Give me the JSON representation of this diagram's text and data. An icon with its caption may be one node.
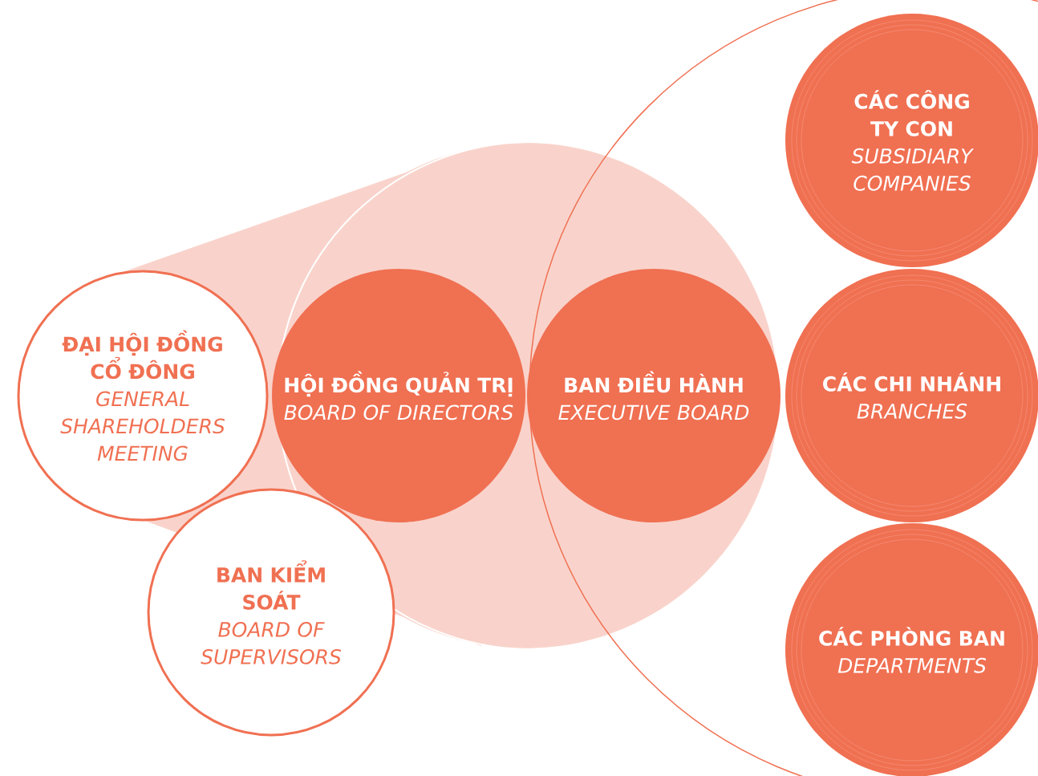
{
  "diagram": {
    "nodes": [
      {
        "text": [
          "ĐẠI HỘI ĐỒNG CỔ ĐÔNG",
          "GENERAL SHAREHOLDERS MEETING"
        ]
      },
      {
        "text": [
          "HỘI ĐỒNG QUẢN TRỊ",
          "BOARD OF DIRECTORS"
        ]
      },
      {
        "text": [
          "BAN KIỂM SOÁT",
          "BOARD OF SUPERVISORS"
        ]
      },
      {
        "text": [
          "BAN ĐIỀU HÀNH",
          "EXECUTIVE BOARD"
        ]
      },
      {
        "text": [
          "CÁC CÔNG TY CON",
          "SUBSIDIARY COMPANIES"
        ]
      },
      {
        "text": [
          "CÁC CHI NHÁNH",
          "BRANCHES"
        ]
      },
      {
        "text": [
          "CÁC PHÒNG BAN",
          "DEPARTMENTS"
        ]
      }
    ]
  }
}
